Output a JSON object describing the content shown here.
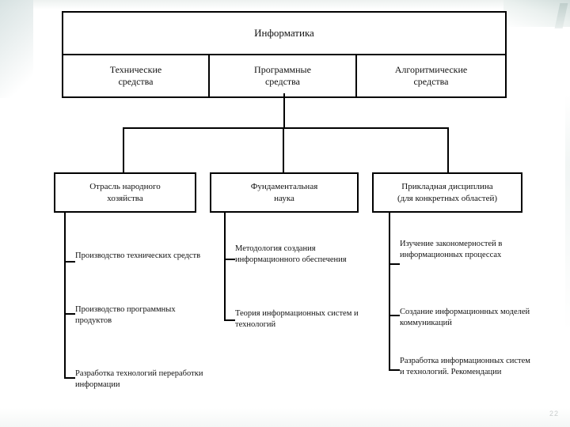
{
  "slide": {
    "page_number": "22"
  },
  "diagram": {
    "type": "hierarchy-tree",
    "root": {
      "label": "Информатика"
    },
    "level1": [
      {
        "label_line1": "Технические",
        "label_line2": "средства"
      },
      {
        "label_line1": "Программные",
        "label_line2": "средства"
      },
      {
        "label_line1": "Алгоритмические",
        "label_line2": "средства"
      }
    ],
    "level2": [
      {
        "label_line1": "Отрасль народного",
        "label_line2": "хозяйства"
      },
      {
        "label_line1": "Фундаментальная",
        "label_line2": "наука"
      },
      {
        "label_line1": "Прикладная дисциплина",
        "label_line2": "(для конкретных областей)"
      }
    ],
    "level3": {
      "column_left": [
        "Производство технических средств",
        "Производство программных продуктов",
        "Разработка технологий переработки информации"
      ],
      "column_middle": [
        "Методология создания информационного обеспечения",
        "Теория информационных систем и технологий"
      ],
      "column_right": [
        "Изучение закономерностей в информационных процессах",
        "Создание информационных моделей коммуникаций",
        "Разработка информационных систем и технологий. Рекомендации"
      ]
    }
  },
  "colors": {
    "stroke": "#000000",
    "background": "#ffffff",
    "text": "#111111"
  }
}
